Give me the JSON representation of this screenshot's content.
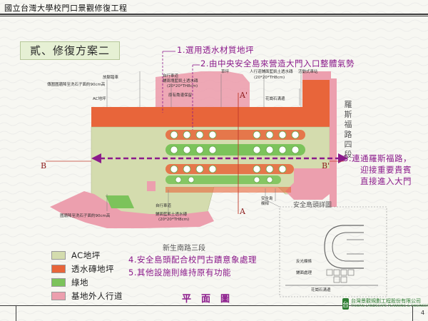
{
  "header": {
    "title": "國立台灣大學校門口景觀修復工程"
  },
  "section": {
    "title": "貳、修復方案二"
  },
  "notes": [
    "1.選用透水材質地坪",
    "2.由中央安全島來營造大門入口整體氣勢",
    "3.連通羅斯福路，",
    "迎接重要貴賓",
    "直接進入大門",
    "4.安全島頭配合校門古蹟意象處理",
    "5.其他設施則維持原有功能"
  ],
  "legend": [
    {
      "label": "AC地坪",
      "color": "#d4dcae"
    },
    {
      "label": "透水磚地坪",
      "color": "#e8653a"
    },
    {
      "label": "綠地",
      "color": "#7cc35b"
    },
    {
      "label": "基地外人行道",
      "color": "#ec9fae"
    }
  ],
  "plan": {
    "title": "平面圖",
    "road_vertical": [
      "羅",
      "斯",
      "福",
      "路",
      "四",
      "段"
    ],
    "road_horizontal": "新生南路三段",
    "detail_title": "安全島頭詳圖",
    "axis": {
      "a": "A",
      "a_prime": "A'",
      "b": "B",
      "b_prime": "B'"
    },
    "labels": {
      "bike_rack": "放腳踏車",
      "ac_floor": "AC地坪",
      "fence_top": "傳圍圍牆降至洗石子面約90cm高",
      "bike_lane_top": "自行車道",
      "paving_top": "鋪兩塊藍凱土透水磚",
      "paving_size_top": "(20*20*TH8cm)",
      "keep_tree": "原有喬灌保留",
      "lawn": "草坪",
      "sidewalk_top": "人行道鋪面藍凱土透水磚",
      "sidewalk_size_top": "(20*20*TH8cm)",
      "activity_station": "活動式車站",
      "granite_curb": "花崗石溝邊",
      "fence_bottom": "圍牆降至洗石子面約90cm高",
      "bike_lane_bottom": "自行車道",
      "paving_bottom": "鋪面藍凱土透水磚",
      "paving_size_bottom": "(20*20*TH8cm)",
      "island_label": "安全島",
      "island_head": "欄桿",
      "detail_reflect": "反光欄條",
      "detail_pave": "鋪面處理",
      "detail_curb": "花崗石溝邊"
    }
  },
  "footer": {
    "page_number": "4",
    "logo_mark": "台",
    "logo_text": "台灣景觀規劃工程股份有限公司",
    "logo_sub": "TAIWAN LANDSCAPE PLANNING & ENGINEERING CO."
  },
  "colors": {
    "accent": "#8b1a8b",
    "orange": "#e8653a",
    "ac": "#d4dcae",
    "green": "#7cc35b",
    "pink": "#ec9fae",
    "axis_red": "#c0392b"
  }
}
